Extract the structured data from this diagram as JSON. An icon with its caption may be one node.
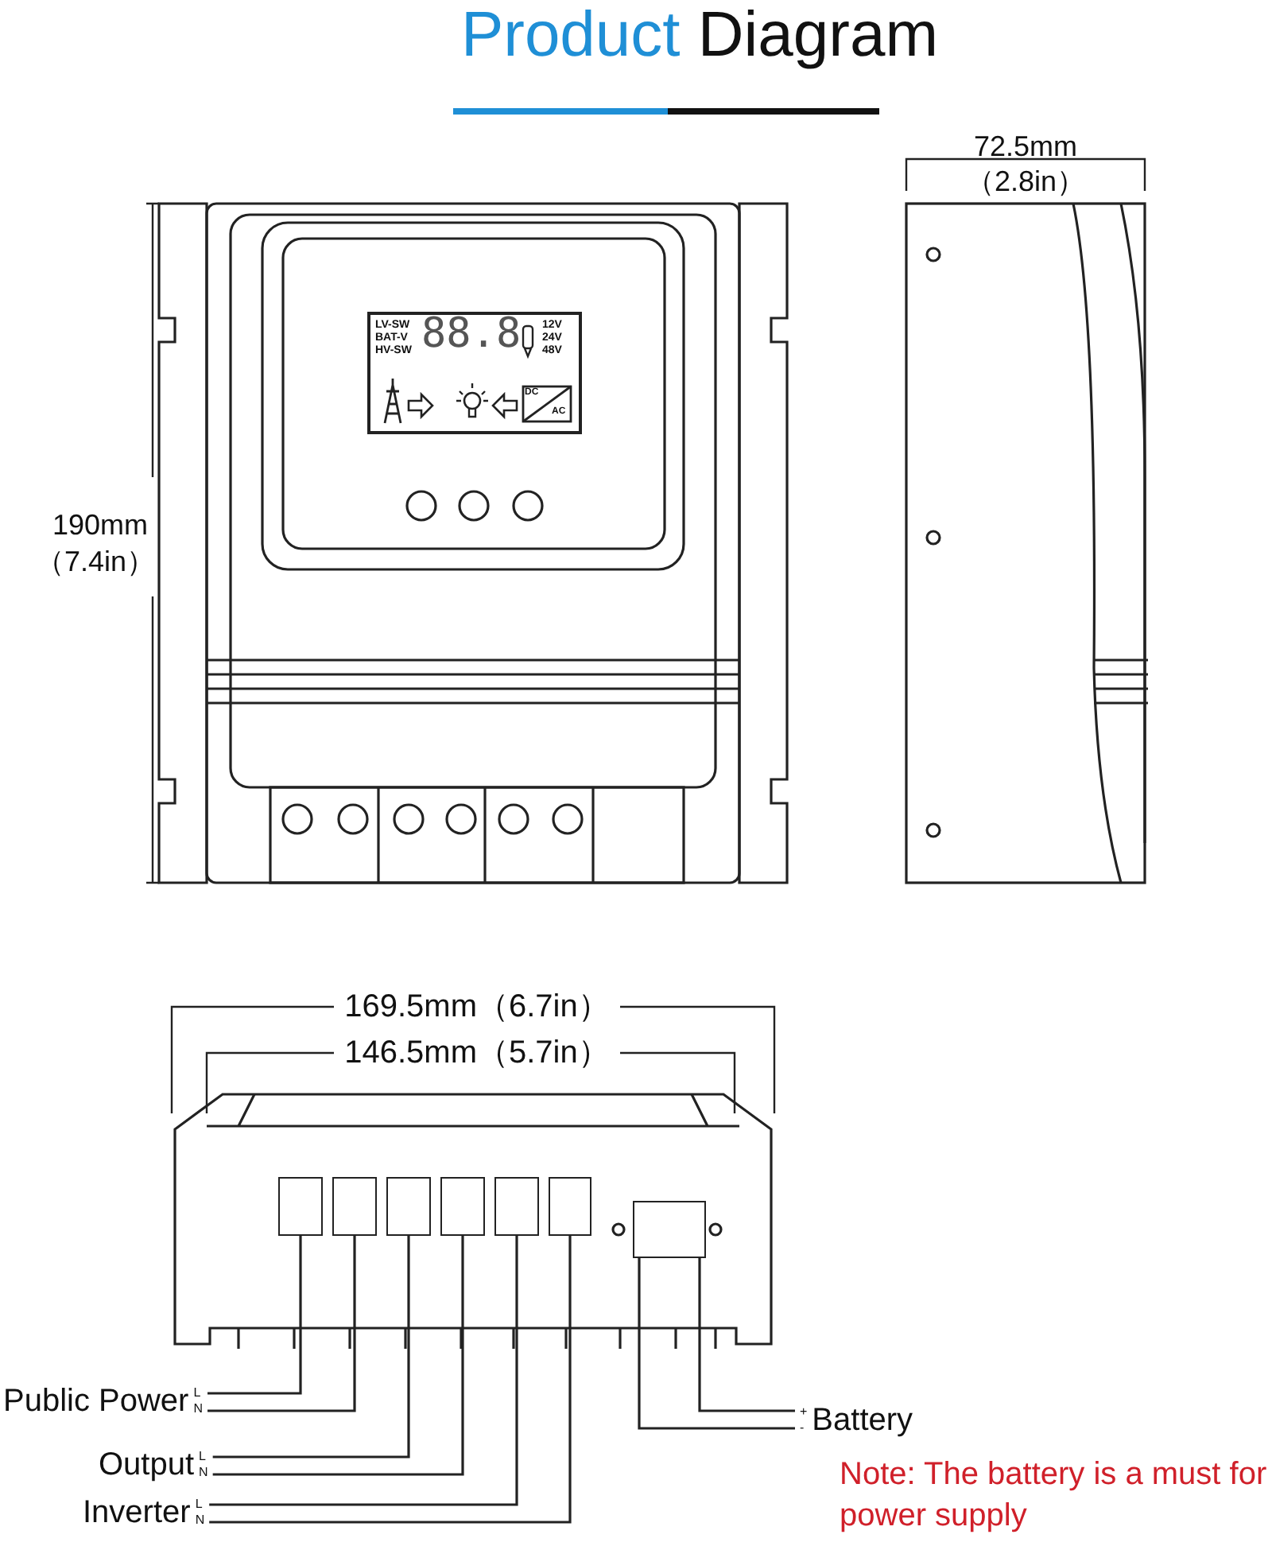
{
  "diagram": {
    "title": "Product Diagram",
    "nodes": [
      {
        "text": [
          "Public Power"
        ],
        "beside": [
          "L",
          "N"
        ]
      },
      {
        "text": [
          "Output"
        ],
        "beside": [
          "L",
          "N"
        ]
      },
      {
        "text": [
          "Inverter"
        ],
        "beside": [
          "L",
          "N"
        ]
      },
      {
        "text": [
          "Battery"
        ],
        "beside": [
          "+",
          "-"
        ]
      },
      {
        "text": [],
        "shape": "box"
      },
      {
        "text": [],
        "shape": "box"
      },
      {
        "text": [],
        "shape": "box"
      },
      {
        "text": [],
        "shape": "box"
      },
      {
        "text": [],
        "shape": "box"
      },
      {
        "text": [],
        "shape": "box"
      },
      {
        "text": [],
        "shape": "box"
      }
    ],
    "edges": [
      {
        "from": 0,
        "to": 4,
        "arrow": "none"
      },
      {
        "from": 0,
        "to": 5,
        "arrow": "none"
      },
      {
        "from": 1,
        "to": 6,
        "arrow": "none"
      },
      {
        "from": 1,
        "to": 7,
        "arrow": "none"
      },
      {
        "from": 2,
        "to": 8,
        "arrow": "none"
      },
      {
        "from": 2,
        "to": 9,
        "arrow": "none"
      },
      {
        "from": 3,
        "to": 10,
        "arrow": "none"
      },
      {
        "from": 3,
        "to": 10,
        "arrow": "none"
      }
    ],
    "labels": [
      "72.5mm",
      "（2.8in）",
      "190mm",
      "（7.4in）",
      "169.5mm（6.7in）",
      "146.5mm（5.7in）",
      "LV-SW",
      "BAT-V",
      "HV-SW",
      "88.8",
      "12V",
      "24V",
      "48V",
      "DC",
      "AC",
      "Note: The battery is a must for power supply"
    ]
  }
}
